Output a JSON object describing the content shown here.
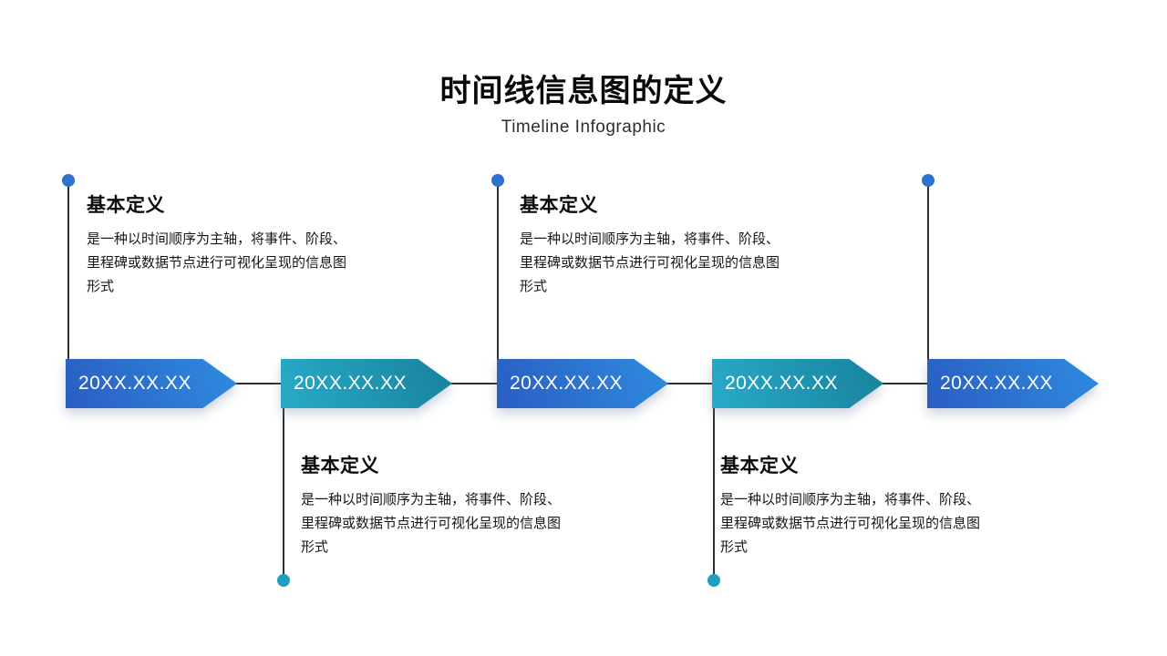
{
  "header": {
    "title": "时间线信息图的定义",
    "subtitle": "Timeline Infographic"
  },
  "timeline": {
    "milestones": [
      {
        "date": "20XX.XX.XX",
        "color": "blue",
        "callout_position": "top"
      },
      {
        "date": "20XX.XX.XX",
        "color": "teal",
        "callout_position": "bottom"
      },
      {
        "date": "20XX.XX.XX",
        "color": "blue",
        "callout_position": "top"
      },
      {
        "date": "20XX.XX.XX",
        "color": "teal",
        "callout_position": "bottom"
      },
      {
        "date": "20XX.XX.XX",
        "color": "blue",
        "callout_position": "none"
      }
    ]
  },
  "callouts": [
    {
      "heading": "基本定义",
      "body": "是一种以时间顺序为主轴，将事件、阶段、里程碑或数据节点进行可视化呈现的信息图形式"
    },
    {
      "heading": "基本定义",
      "body": "是一种以时间顺序为主轴，将事件、阶段、里程碑或数据节点进行可视化呈现的信息图形式"
    },
    {
      "heading": "基本定义",
      "body": "是一种以时间顺序为主轴，将事件、阶段、里程碑或数据节点进行可视化呈现的信息图形式"
    },
    {
      "heading": "基本定义",
      "body": "是一种以时间顺序为主轴，将事件、阶段、里程碑或数据节点进行可视化呈现的信息图形式"
    }
  ],
  "colors": {
    "arrow_blue_start": "#2a5ec3",
    "arrow_blue_end": "#2f8bdf",
    "arrow_teal_start": "#27abc8",
    "arrow_teal_end": "#18829c",
    "dot_blue": "#2d73ce",
    "dot_teal": "#1e9fc0",
    "connector_line": "#2f2f2f",
    "background": "#ffffff"
  }
}
